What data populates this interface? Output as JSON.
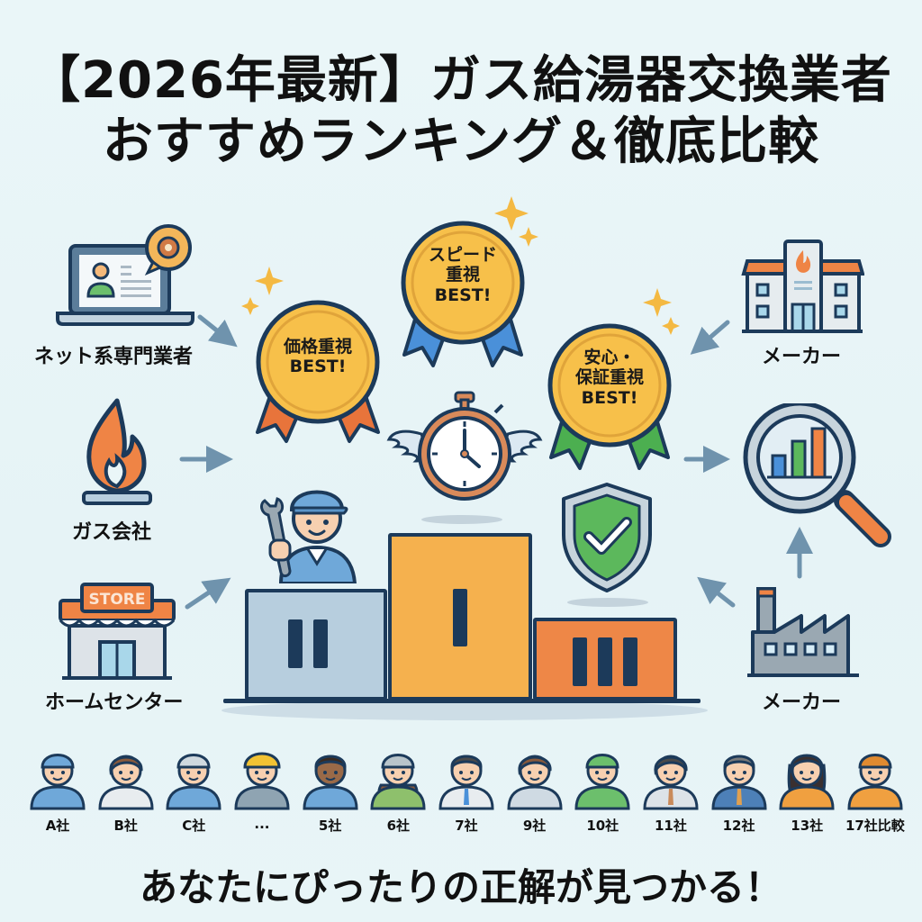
{
  "title": {
    "line1": "【2026年最新】ガス給湯器交換業者",
    "line2": "おすすめランキング＆徹底比較"
  },
  "sources": {
    "net_specialist": "ネット系専門業者",
    "gas_company": "ガス会社",
    "home_center": "ホームセンター",
    "maker_top": "メーカー",
    "maker_bottom": "メーカー",
    "store_sign": "STORE"
  },
  "medals": {
    "price": {
      "line1": "価格重視",
      "line2": "BEST!",
      "ribbon_color": "#e8743b"
    },
    "speed": {
      "line1": "スピード",
      "line2": "重視",
      "line3": "BEST!",
      "ribbon_color": "#4a90d9"
    },
    "safety": {
      "line1": "安心・",
      "line2": "保証重視",
      "line3": "BEST!",
      "ribbon_color": "#4caf50"
    }
  },
  "podium": {
    "first": "I",
    "second": "II",
    "third": "III"
  },
  "companies": [
    {
      "name": "A社",
      "shirt": "#6fa8d9",
      "hat": "#6fa8d9",
      "hair": null
    },
    {
      "name": "B社",
      "shirt": "#e8ecef",
      "hat": null,
      "hair": "#8a5a3b"
    },
    {
      "name": "C社",
      "shirt": "#6fa8d9",
      "hat": "#cfd8de",
      "hair": null
    },
    {
      "name": "...",
      "shirt": "#8fa4b2",
      "hat": "#f2c233",
      "hair": null
    },
    {
      "name": "5社",
      "shirt": "#6fa8d9",
      "hat": null,
      "hair": "#3a2a20"
    },
    {
      "name": "6社",
      "shirt": "#8ec06c",
      "hat": "#b8c4ca",
      "hair": "#8a5a3b"
    },
    {
      "name": "7社",
      "shirt": "#e8ecef",
      "hat": null,
      "hair": "#4a4a4a"
    },
    {
      "name": "9社",
      "shirt": "#cfdae3",
      "hat": null,
      "hair": "#8a5a3b"
    },
    {
      "name": "10社",
      "shirt": "#6cbf6c",
      "hat": "#6cbf6c",
      "hair": null
    },
    {
      "name": "11社",
      "shirt": "#dde3e8",
      "hat": null,
      "hair": "#4a4a4a"
    },
    {
      "name": "12社",
      "shirt": "#4d80b8",
      "hat": null,
      "hair": "#7a7a7a"
    },
    {
      "name": "13社",
      "shirt": "#f0a040",
      "hat": null,
      "hair": "#3a3030"
    },
    {
      "name": "17社比較",
      "shirt": "#f0a040",
      "hat": "#e08a30",
      "hair": null
    }
  ],
  "tagline": "あなたにぴったりの正解が見つかる！",
  "colors": {
    "background": "#e8f5f7",
    "outline": "#1c3a5a",
    "gold": "#f7c04a",
    "orange": "#ef8445",
    "arrow": "#6f93ad",
    "podium_gold": "#f5b14e",
    "podium_silver": "#b7cede",
    "podium_bronze": "#ee8747"
  }
}
